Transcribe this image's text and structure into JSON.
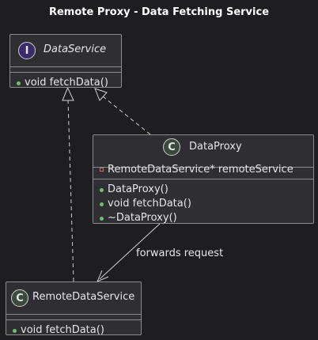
{
  "title": "Remote Proxy - Data Fetching Service",
  "nodes": {
    "data_service": {
      "stereotype_glyph": "I",
      "name": "DataService",
      "kind": "interface",
      "methods": [
        "void fetchData()"
      ]
    },
    "data_proxy": {
      "stereotype_glyph": "C",
      "name": "DataProxy",
      "kind": "class",
      "attributes": [
        "RemoteDataService* remoteService"
      ],
      "methods": [
        "DataProxy()",
        "void fetchData()",
        "~DataProxy()"
      ]
    },
    "remote_data_service": {
      "stereotype_glyph": "C",
      "name": "RemoteDataService",
      "kind": "class",
      "methods": [
        "void fetchData()"
      ]
    }
  },
  "edges": [
    {
      "from": "remote_data_service",
      "to": "data_service",
      "type": "realization"
    },
    {
      "from": "data_proxy",
      "to": "data_service",
      "type": "realization"
    },
    {
      "from": "data_proxy",
      "to": "remote_data_service",
      "type": "association",
      "label": "forwards request"
    }
  ],
  "colors": {
    "background": "#1e1e20",
    "box_fill": "#2f2f33",
    "border": "#8c8c8c",
    "interface_badge": "#3a2c68",
    "class_badge": "#3b4a3b",
    "public_marker": "#6fbf73",
    "private_marker": "#c86b6b"
  }
}
